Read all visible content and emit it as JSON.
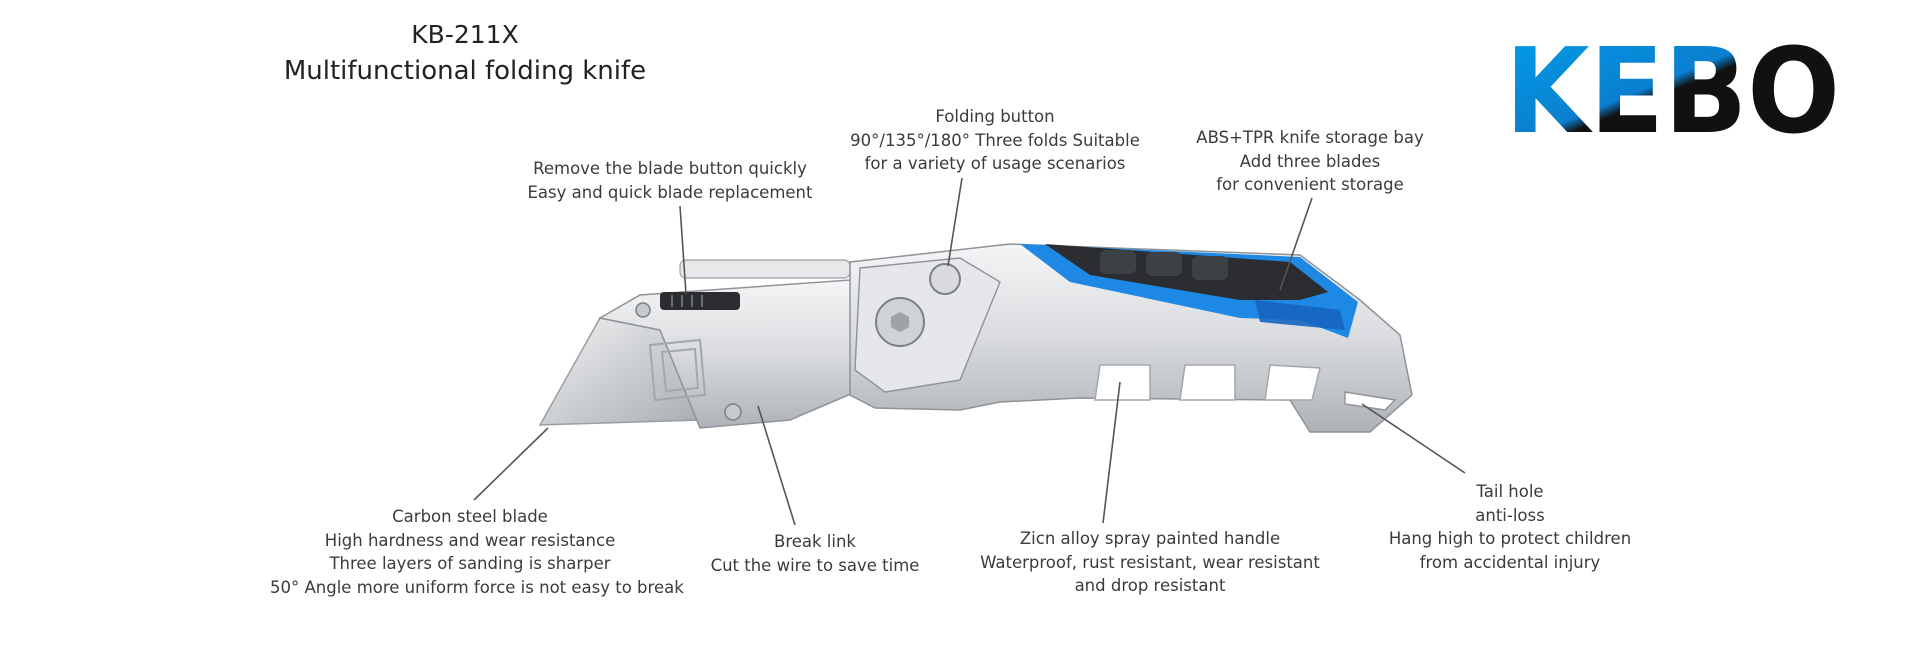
{
  "title": {
    "model": "KB-211X",
    "name": "Multifunctional folding knife"
  },
  "logo": {
    "text": "KEBO",
    "colors": [
      "#00a0e9",
      "#111111"
    ]
  },
  "callouts": {
    "remove_blade": [
      "Remove the blade button quickly",
      "Easy and quick blade replacement"
    ],
    "folding_button": [
      "Folding button",
      "90°/135°/180° Three folds  Suitable",
      "for a variety of usage scenarios"
    ],
    "storage_bay": [
      "ABS+TPR knife storage bay",
      "Add three blades",
      "for convenient storage"
    ],
    "carbon_blade": [
      "Carbon steel blade",
      "High hardness and wear resistance",
      "Three layers of sanding is sharper",
      "50° Angle more uniform force is not easy to break"
    ],
    "break_link": [
      "Break link",
      "Cut the wire to save time"
    ],
    "handle": [
      "Zicn alloy spray painted handle",
      "Waterproof, rust resistant, wear resistant",
      "and drop resistant"
    ],
    "tail_hole": [
      "Tail hole",
      "anti-loss",
      "Hang high to protect children",
      "from accidental injury"
    ]
  },
  "colors": {
    "accent_blue": "#1e88e5",
    "grip_dark": "#2b2d31",
    "metal": "#d9dbde",
    "text": "#3b3b3b"
  }
}
